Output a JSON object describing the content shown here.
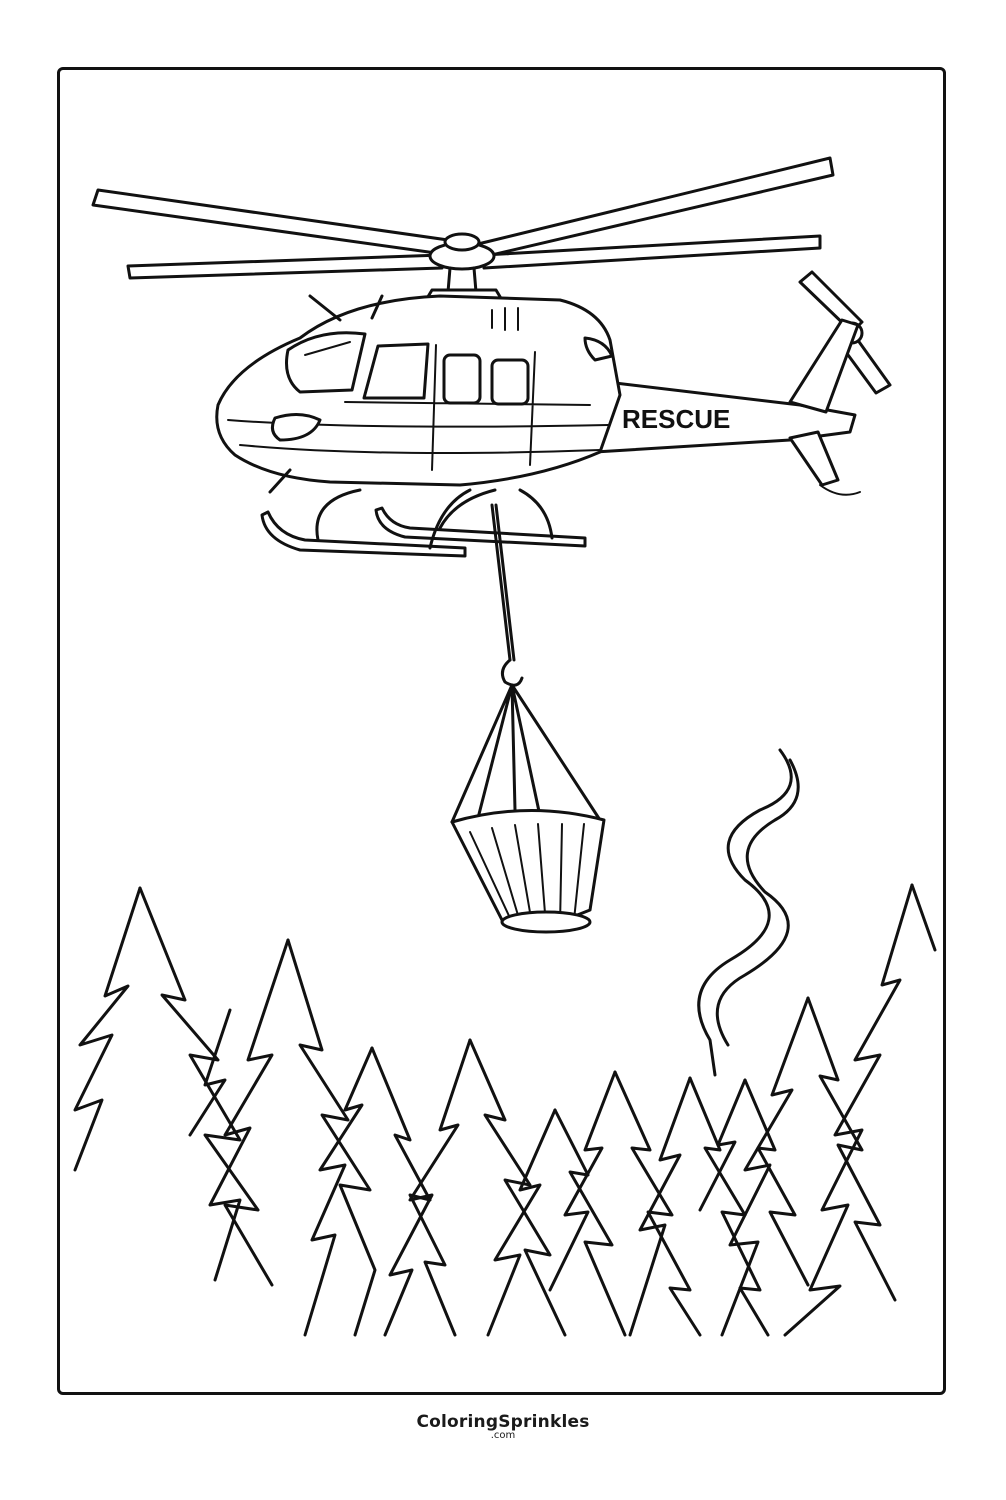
{
  "helicopter": {
    "side_label": "RESCUE"
  },
  "footer": {
    "brand": "ColoringSprinkles",
    "domain": ".com"
  }
}
